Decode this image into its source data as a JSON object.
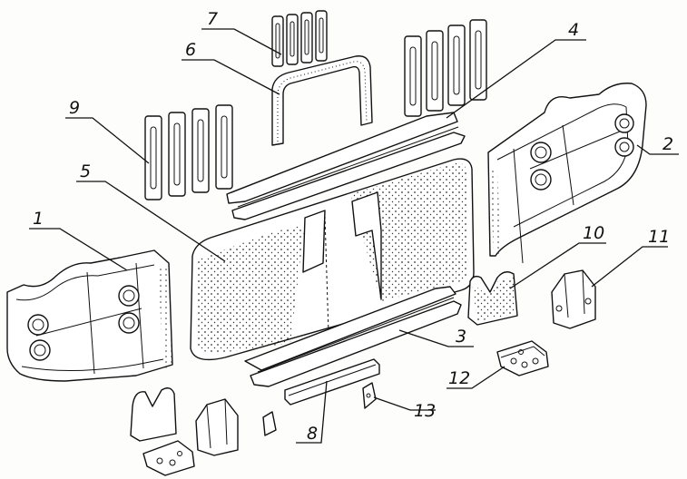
{
  "figure": {
    "background": "#ffffff",
    "ink": "#111111",
    "callouts": [
      {
        "id": "1",
        "label": "1"
      },
      {
        "id": "2",
        "label": "2"
      },
      {
        "id": "3",
        "label": "3"
      },
      {
        "id": "4",
        "label": "4"
      },
      {
        "id": "5",
        "label": "5"
      },
      {
        "id": "6",
        "label": "6"
      },
      {
        "id": "7",
        "label": "7"
      },
      {
        "id": "8",
        "label": "8"
      },
      {
        "id": "9",
        "label": "9"
      },
      {
        "id": "10",
        "label": "10"
      },
      {
        "id": "11",
        "label": "11"
      },
      {
        "id": "12",
        "label": "12"
      },
      {
        "id": "13",
        "label": "13"
      }
    ]
  }
}
